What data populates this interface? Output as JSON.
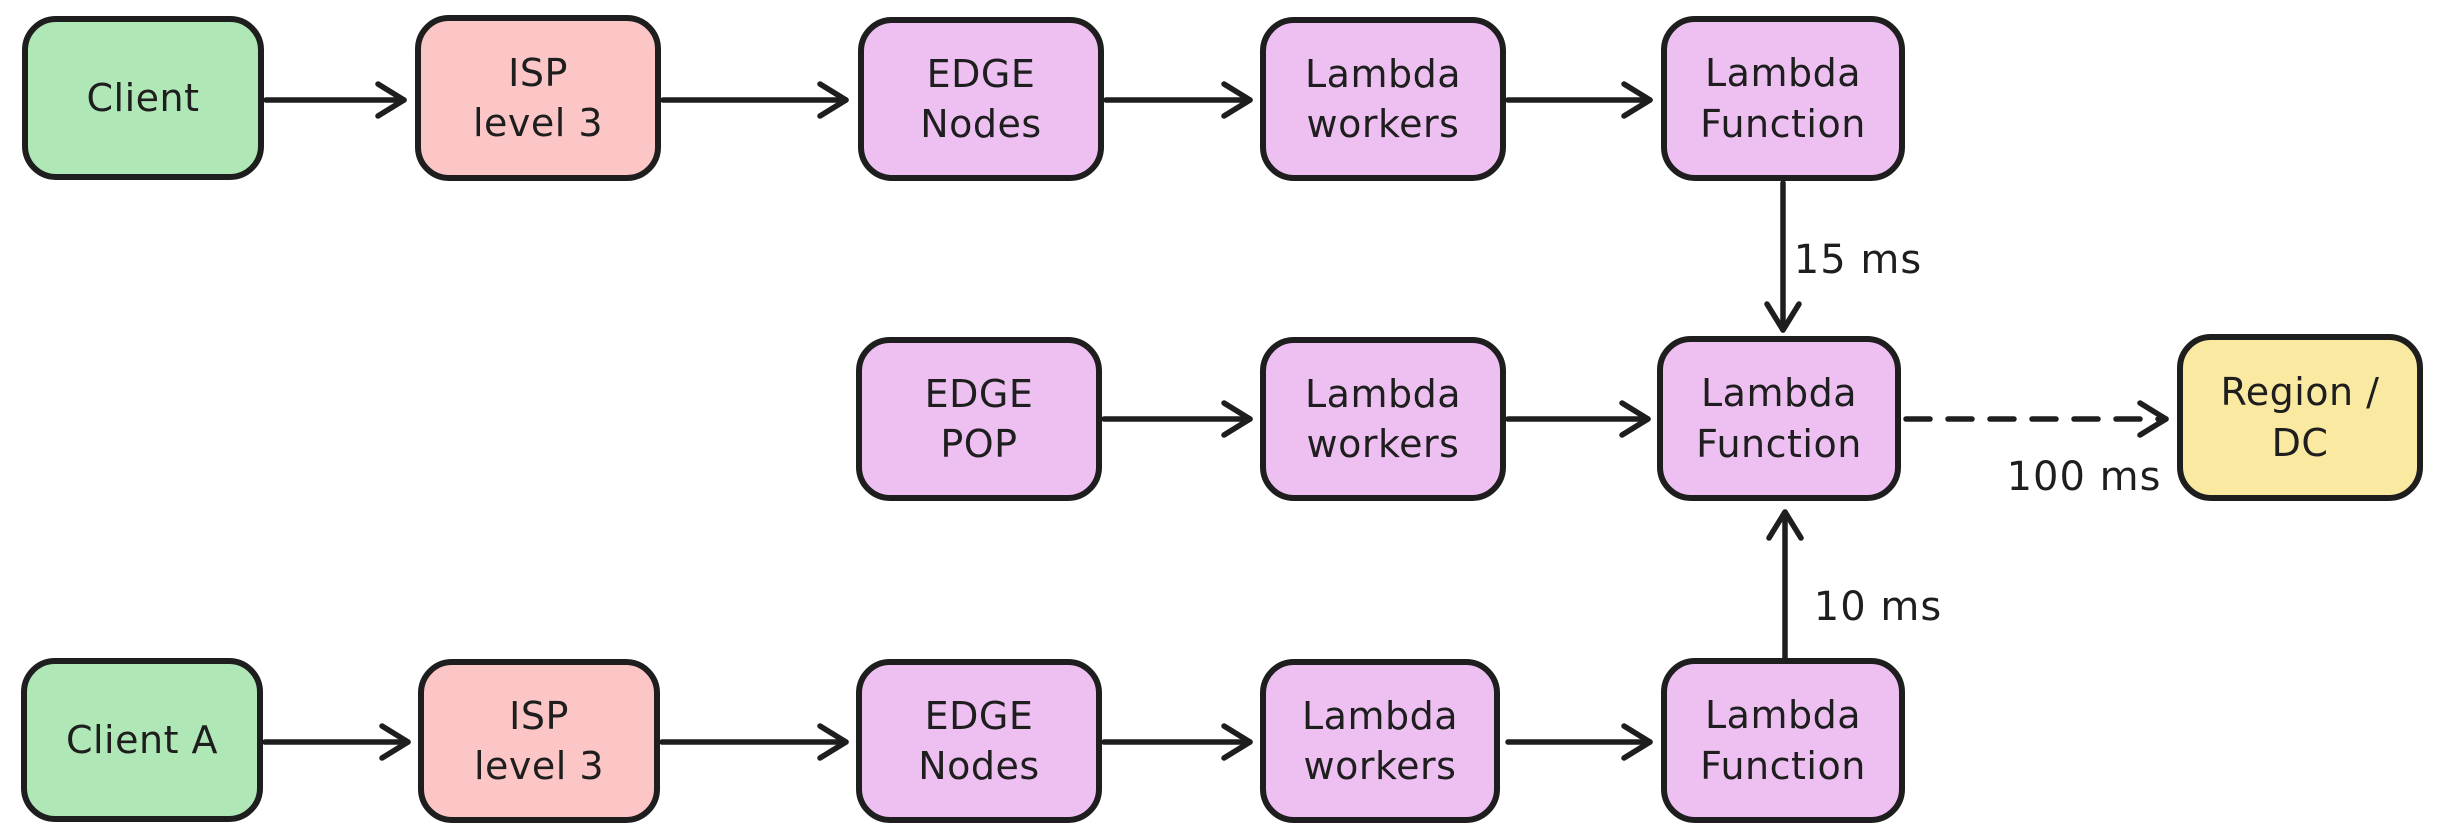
{
  "colors": {
    "bg": "#ffffff",
    "stroke": "#1e1e1e",
    "green": "#afe8b6",
    "pink": "#fcc6c6",
    "purple": "#eec0f2",
    "yellow": "#fae9a0"
  },
  "nodes": {
    "client": {
      "label": "Client",
      "fill": "green"
    },
    "isp_top": {
      "label": "ISP\nlevel 3",
      "fill": "pink"
    },
    "edge_nodes_top": {
      "label": "EDGE\nNodes",
      "fill": "purple"
    },
    "lambda_workers_top": {
      "label": "Lambda\nworkers",
      "fill": "purple"
    },
    "lambda_function_top": {
      "label": "Lambda\nFunction",
      "fill": "purple"
    },
    "edge_pop": {
      "label": "EDGE\nPOP",
      "fill": "purple"
    },
    "lambda_workers_mid": {
      "label": "Lambda\nworkers",
      "fill": "purple"
    },
    "lambda_function_mid": {
      "label": "Lambda\nFunction",
      "fill": "purple"
    },
    "region_dc": {
      "label": "Region /\nDC",
      "fill": "yellow"
    },
    "client_a": {
      "label": "Client A",
      "fill": "green"
    },
    "isp_bottom": {
      "label": "ISP\nlevel 3",
      "fill": "pink"
    },
    "edge_nodes_bottom": {
      "label": "EDGE\nNodes",
      "fill": "purple"
    },
    "lambda_workers_bottom": {
      "label": "Lambda\nworkers",
      "fill": "purple"
    },
    "lambda_function_bottom": {
      "label": "Lambda\nFunction",
      "fill": "purple"
    }
  },
  "edge_labels": {
    "top_function_to_mid_function": "15 ms",
    "bottom_function_to_mid_function": "10 ms",
    "mid_function_to_region": "100 ms"
  }
}
